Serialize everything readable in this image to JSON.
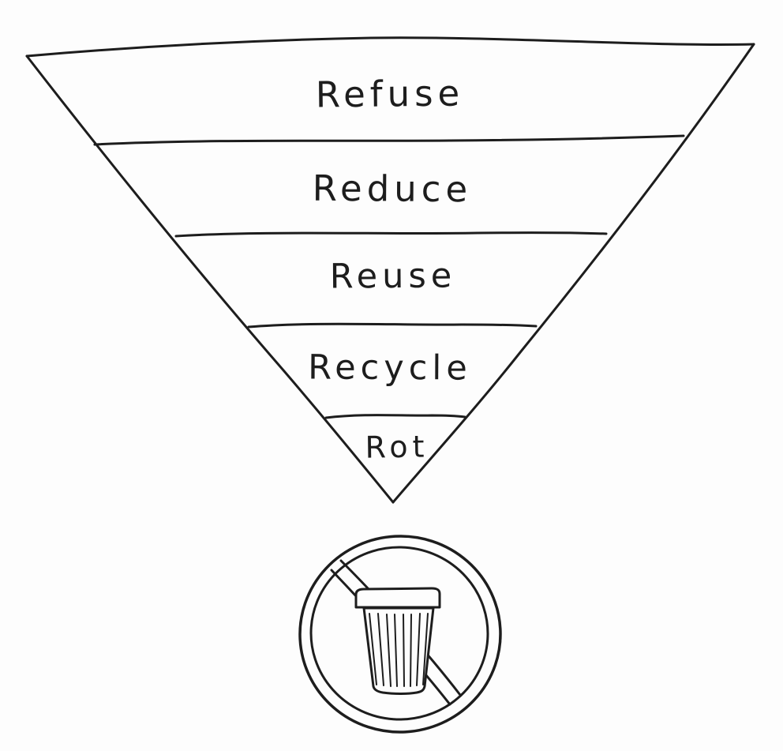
{
  "page": {
    "background_color": "#fdfdfd",
    "ink_color": "#1d1d1d"
  },
  "diagram": {
    "type": "inverted-pyramid",
    "levels": [
      {
        "label": "Refuse"
      },
      {
        "label": "Reduce"
      },
      {
        "label": "Reuse"
      },
      {
        "label": "Recycle"
      },
      {
        "label": "Rot"
      }
    ],
    "icon": {
      "name": "no-trash-icon"
    }
  }
}
